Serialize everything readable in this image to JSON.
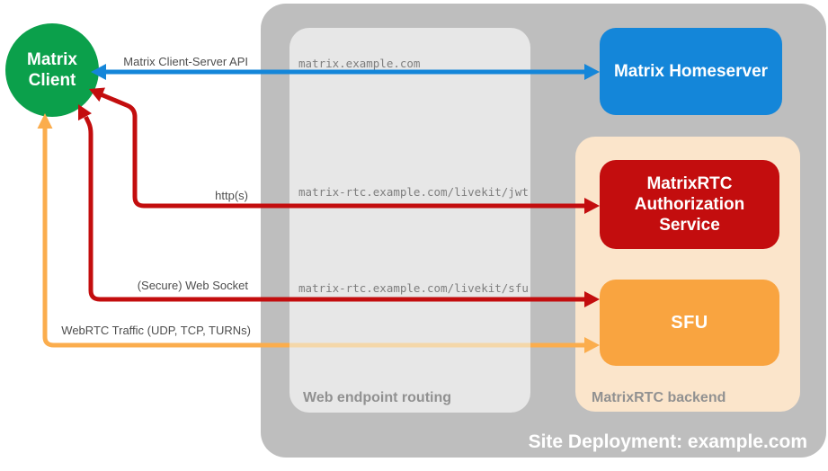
{
  "client": {
    "label": "Matrix Client"
  },
  "homeserver": {
    "label": "Matrix Homeserver"
  },
  "auth_service": {
    "label": "MatrixRTC Authorization Service"
  },
  "sfu": {
    "label": "SFU"
  },
  "routing": {
    "title": "Web endpoint routing",
    "endpoints": [
      "matrix.example.com",
      "matrix-rtc.example.com/livekit/jwt",
      "matrix-rtc.example.com/livekit/sfu"
    ]
  },
  "backend": {
    "title": "MatrixRTC backend"
  },
  "deployment": {
    "title": "Site Deployment: example.com"
  },
  "arrows": [
    {
      "label": "Matrix Client-Server API",
      "color": "#1486d9",
      "direction": "bidirectional",
      "from": "Matrix Client",
      "to": "Matrix Homeserver"
    },
    {
      "label": "http(s)",
      "color": "#c30d0e",
      "direction": "bidirectional",
      "from": "Matrix Client",
      "to": "MatrixRTC Authorization Service"
    },
    {
      "label": "(Secure) Web Socket",
      "color": "#c30d0e",
      "direction": "bidirectional",
      "from": "Matrix Client",
      "to": "SFU"
    },
    {
      "label": "WebRTC Traffic (UDP, TCP, TURNs)",
      "color": "#fbad4d",
      "direction": "bidirectional",
      "from": "Matrix Client",
      "to": "SFU"
    }
  ],
  "colors": {
    "client_green": "#0ba04b",
    "homeserver_blue": "#1486d9",
    "auth_red": "#c30d0e",
    "sfu_orange": "#f9a440",
    "backend_peach": "#fbe5cb",
    "container_gray": "#bebebe",
    "routing_gray": "#e7e7e7"
  }
}
